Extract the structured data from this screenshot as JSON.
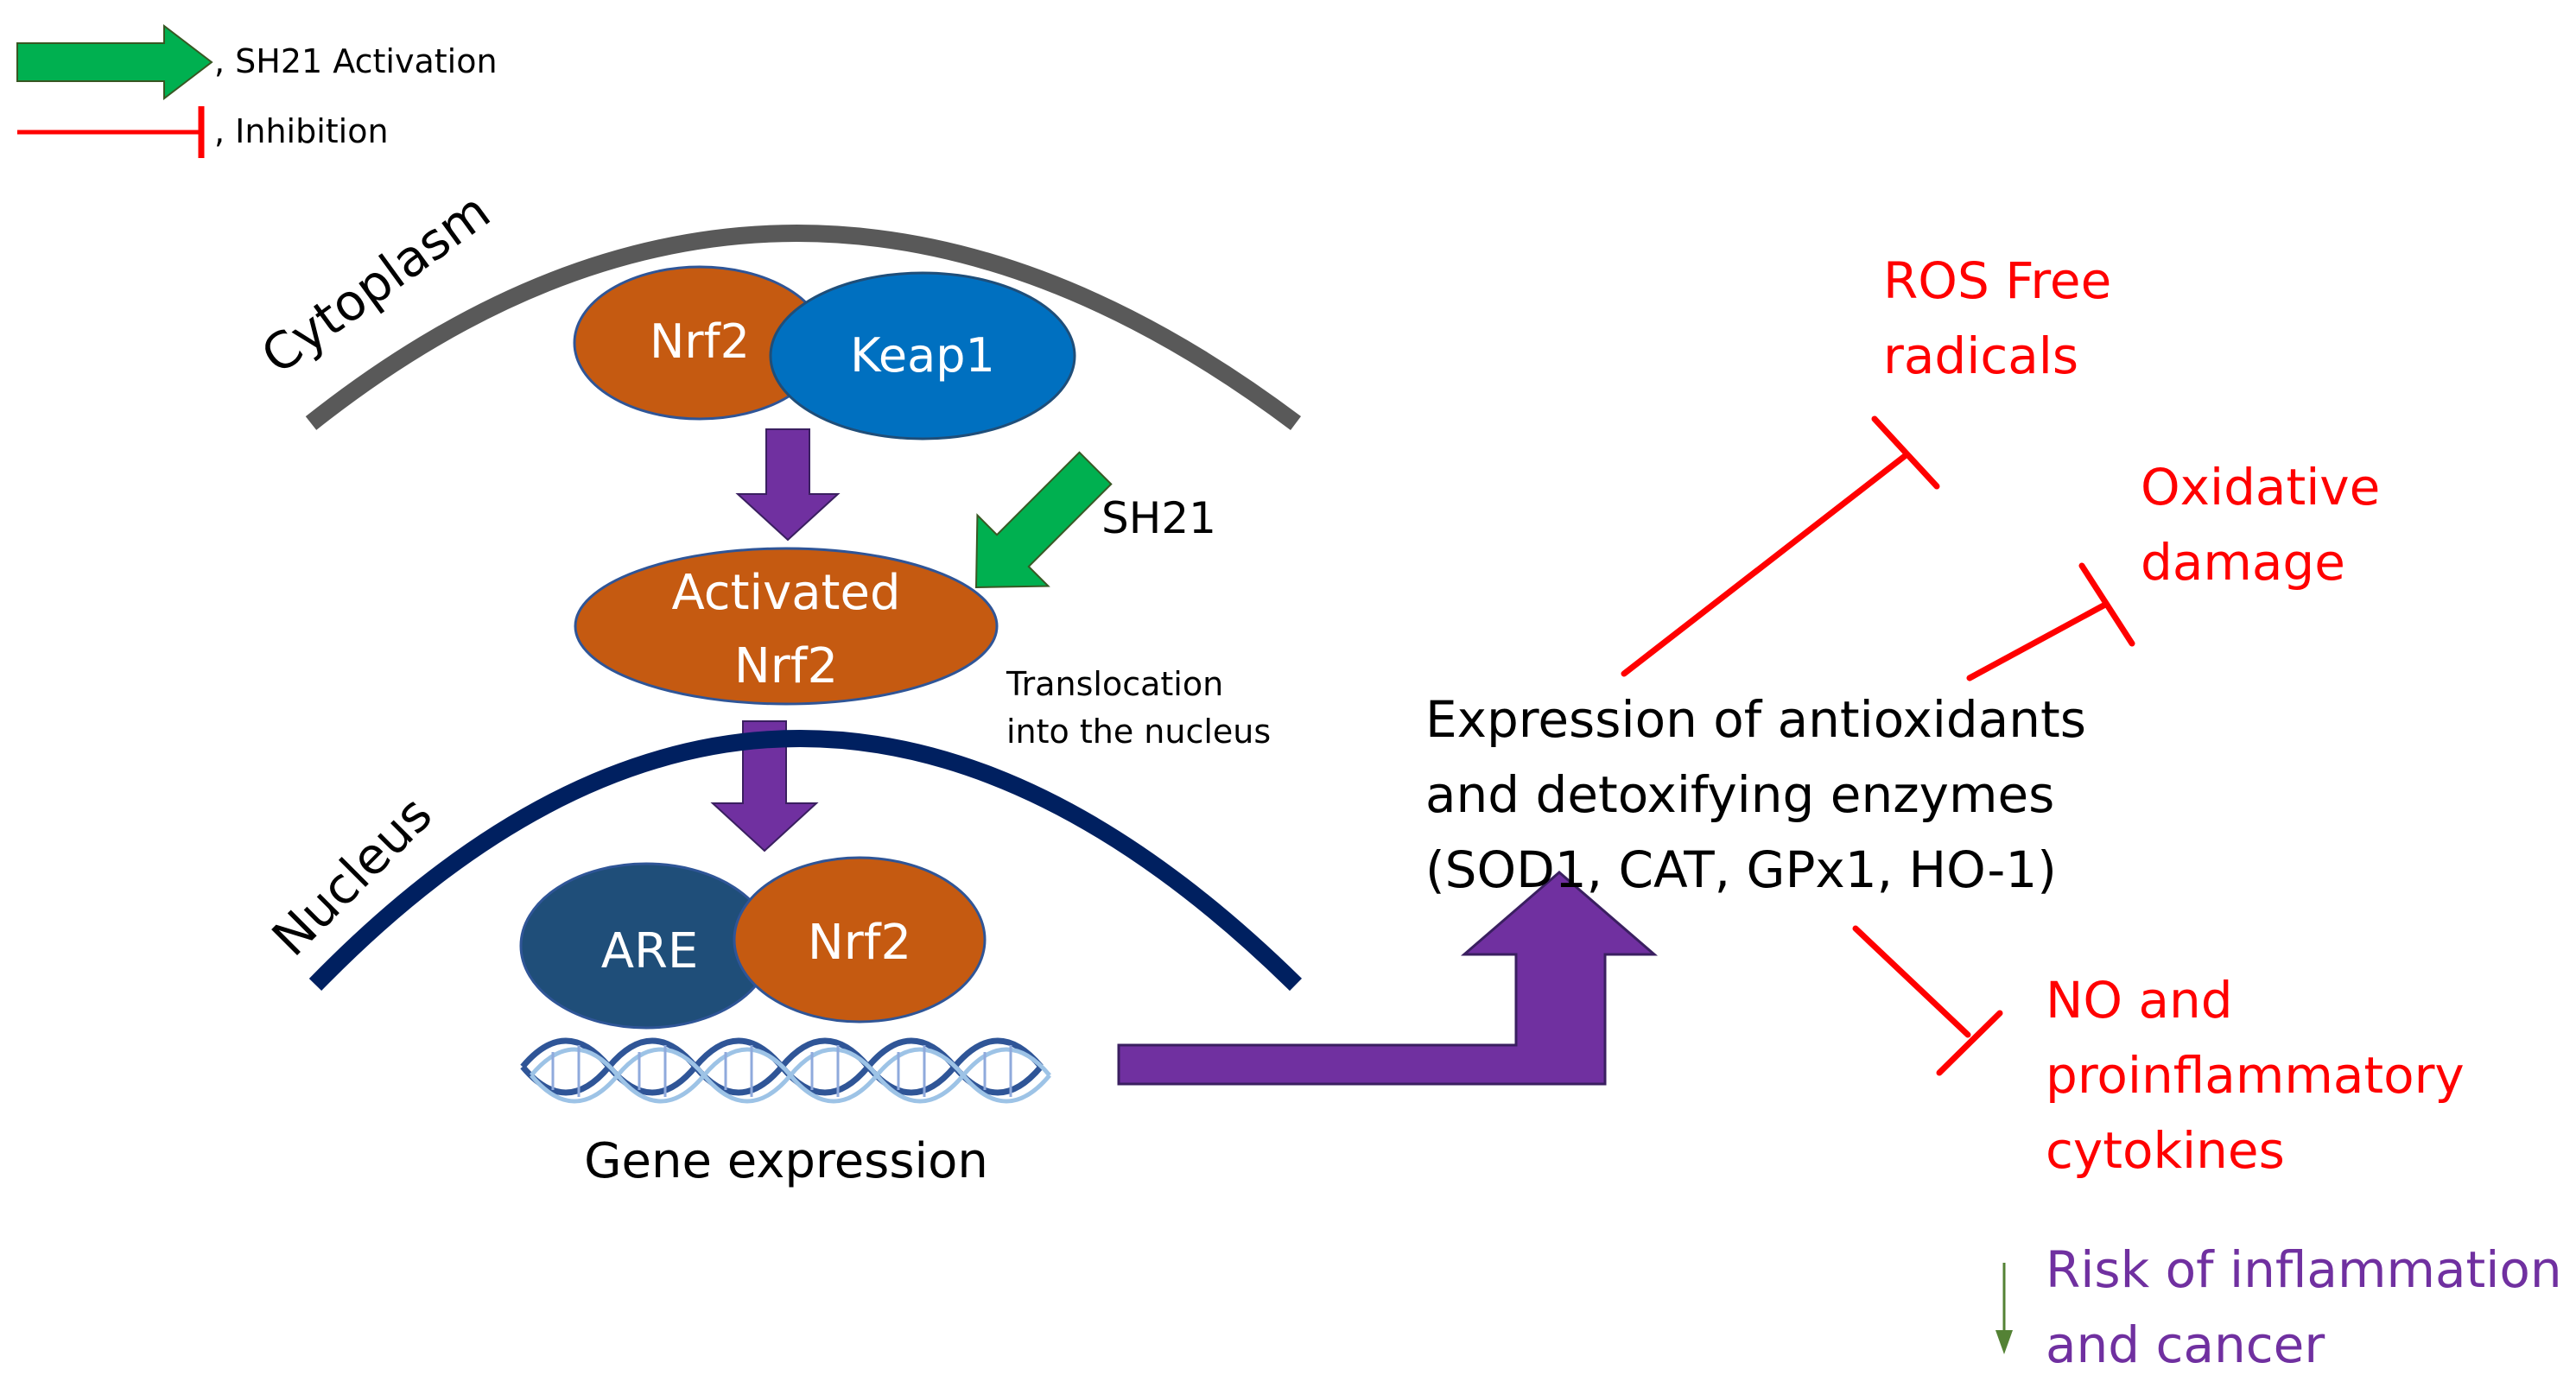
{
  "legend": {
    "activation_label": ",  SH21 Activation",
    "inhibition_label": ",  Inhibition"
  },
  "compartments": {
    "cytoplasm": "Cytoplasm",
    "nucleus": "Nucleus"
  },
  "nodes": {
    "nrf2_top": "Nrf2",
    "keap1": "Keap1",
    "activated_line1": "Activated",
    "activated_line2": "Nrf2",
    "sh21": "SH21",
    "translocation_line1": "Translocation",
    "translocation_line2": "into the nucleus",
    "are": "ARE",
    "nrf2_bottom": "Nrf2",
    "gene_expression": "Gene expression"
  },
  "expression": {
    "line1": "Expression of antioxidants",
    "line2": "and detoxifying enzymes",
    "line3": "(SOD1, CAT, GPx1, HO-1)"
  },
  "targets": {
    "ros_line1": "ROS Free",
    "ros_line2": "radicals",
    "oxidative_line1": "Oxidative",
    "oxidative_line2": "damage",
    "no_line1": "NO and",
    "no_line2": "proinflammatory",
    "no_line3": "cytokines"
  },
  "outcome": {
    "line1": "Risk of inflammation",
    "line2": "and cancer"
  },
  "colors": {
    "activation_green": "#00B050",
    "inhibition_red": "#FF0000",
    "flow_purple": "#7030A0",
    "nrf2_orange": "#C55A11",
    "keap1_blue": "#0070C0",
    "are_navy": "#1F4E79",
    "membrane_gray": "#595959",
    "nucleus_navy": "#002060",
    "outcome_purple": "#7030A0",
    "decrease_arrow_green": "#548235"
  }
}
